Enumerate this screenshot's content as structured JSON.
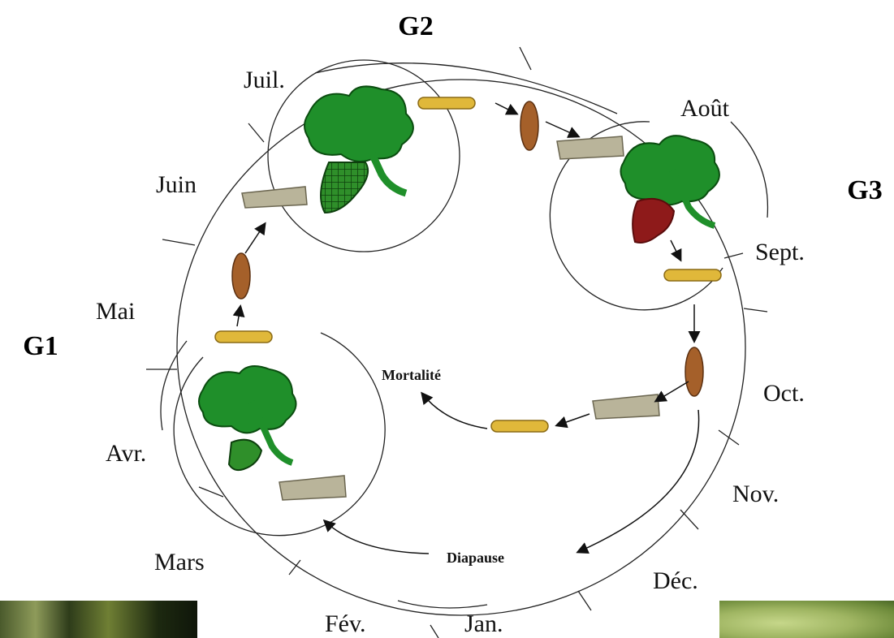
{
  "generations": {
    "g1": "G1",
    "g2": "G2",
    "g3": "G3"
  },
  "months": {
    "jan": "Jan.",
    "fev": "Fév.",
    "mars": "Mars",
    "avr": "Avr.",
    "mai": "Mai",
    "juin": "Juin",
    "juil": "Juil.",
    "aout": "Août",
    "sept": "Sept.",
    "oct": "Oct.",
    "nov": "Nov.",
    "dec": "Déc."
  },
  "labels": {
    "mortalite": "Mortalité",
    "diapause": "Diapause"
  },
  "colors": {
    "leaf": "#1f8f2a",
    "leaf_dark": "#0b4d10",
    "grape_green": "#2f8f2a",
    "grape_red": "#8e1a1a",
    "larva": "#e0b83a",
    "pupa": "#a5602a",
    "line": "#222222"
  }
}
